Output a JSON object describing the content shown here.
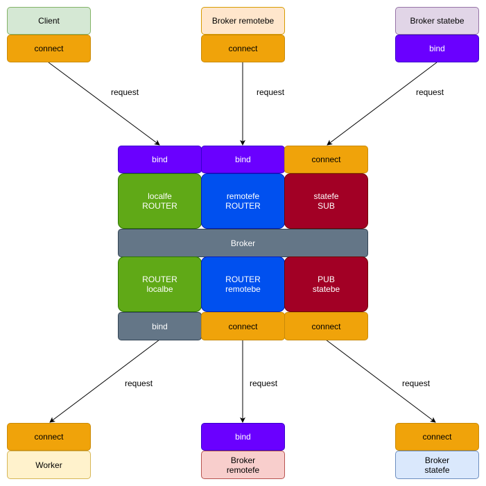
{
  "top_nodes": {
    "client": {
      "title": "Client",
      "socket": "connect"
    },
    "broker_remotebe": {
      "title": "Broker remotebe",
      "socket": "connect"
    },
    "broker_statebe": {
      "title": "Broker statebe",
      "socket": "bind"
    }
  },
  "broker": {
    "frontend_sockets": [
      "bind",
      "bind",
      "connect"
    ],
    "frontends": [
      "localfe\nROUTER",
      "remotefe\nROUTER",
      "statefe\nSUB"
    ],
    "label": "Broker",
    "backends": [
      "ROUTER\nlocalbe",
      "ROUTER\nremotebe",
      "PUB\nstatebe"
    ],
    "backend_sockets": [
      "bind",
      "connect",
      "connect"
    ]
  },
  "bottom_nodes": {
    "worker": {
      "socket": "connect",
      "title": "Worker"
    },
    "broker_remotefe": {
      "socket": "bind",
      "title": "Broker\nremotefe"
    },
    "broker_statefe": {
      "socket": "connect",
      "title": "Broker\nstatefe"
    }
  },
  "edge_labels": [
    "request",
    "request",
    "request",
    "request",
    "request",
    "request"
  ],
  "colors": {
    "connect": "#f0a30a",
    "bind_violet": "#6a00ff",
    "bind_slate": "#647687",
    "router_local": "#60a917",
    "router_remote": "#0050ef",
    "pubsub": "#a20025",
    "broker": "#647687"
  }
}
